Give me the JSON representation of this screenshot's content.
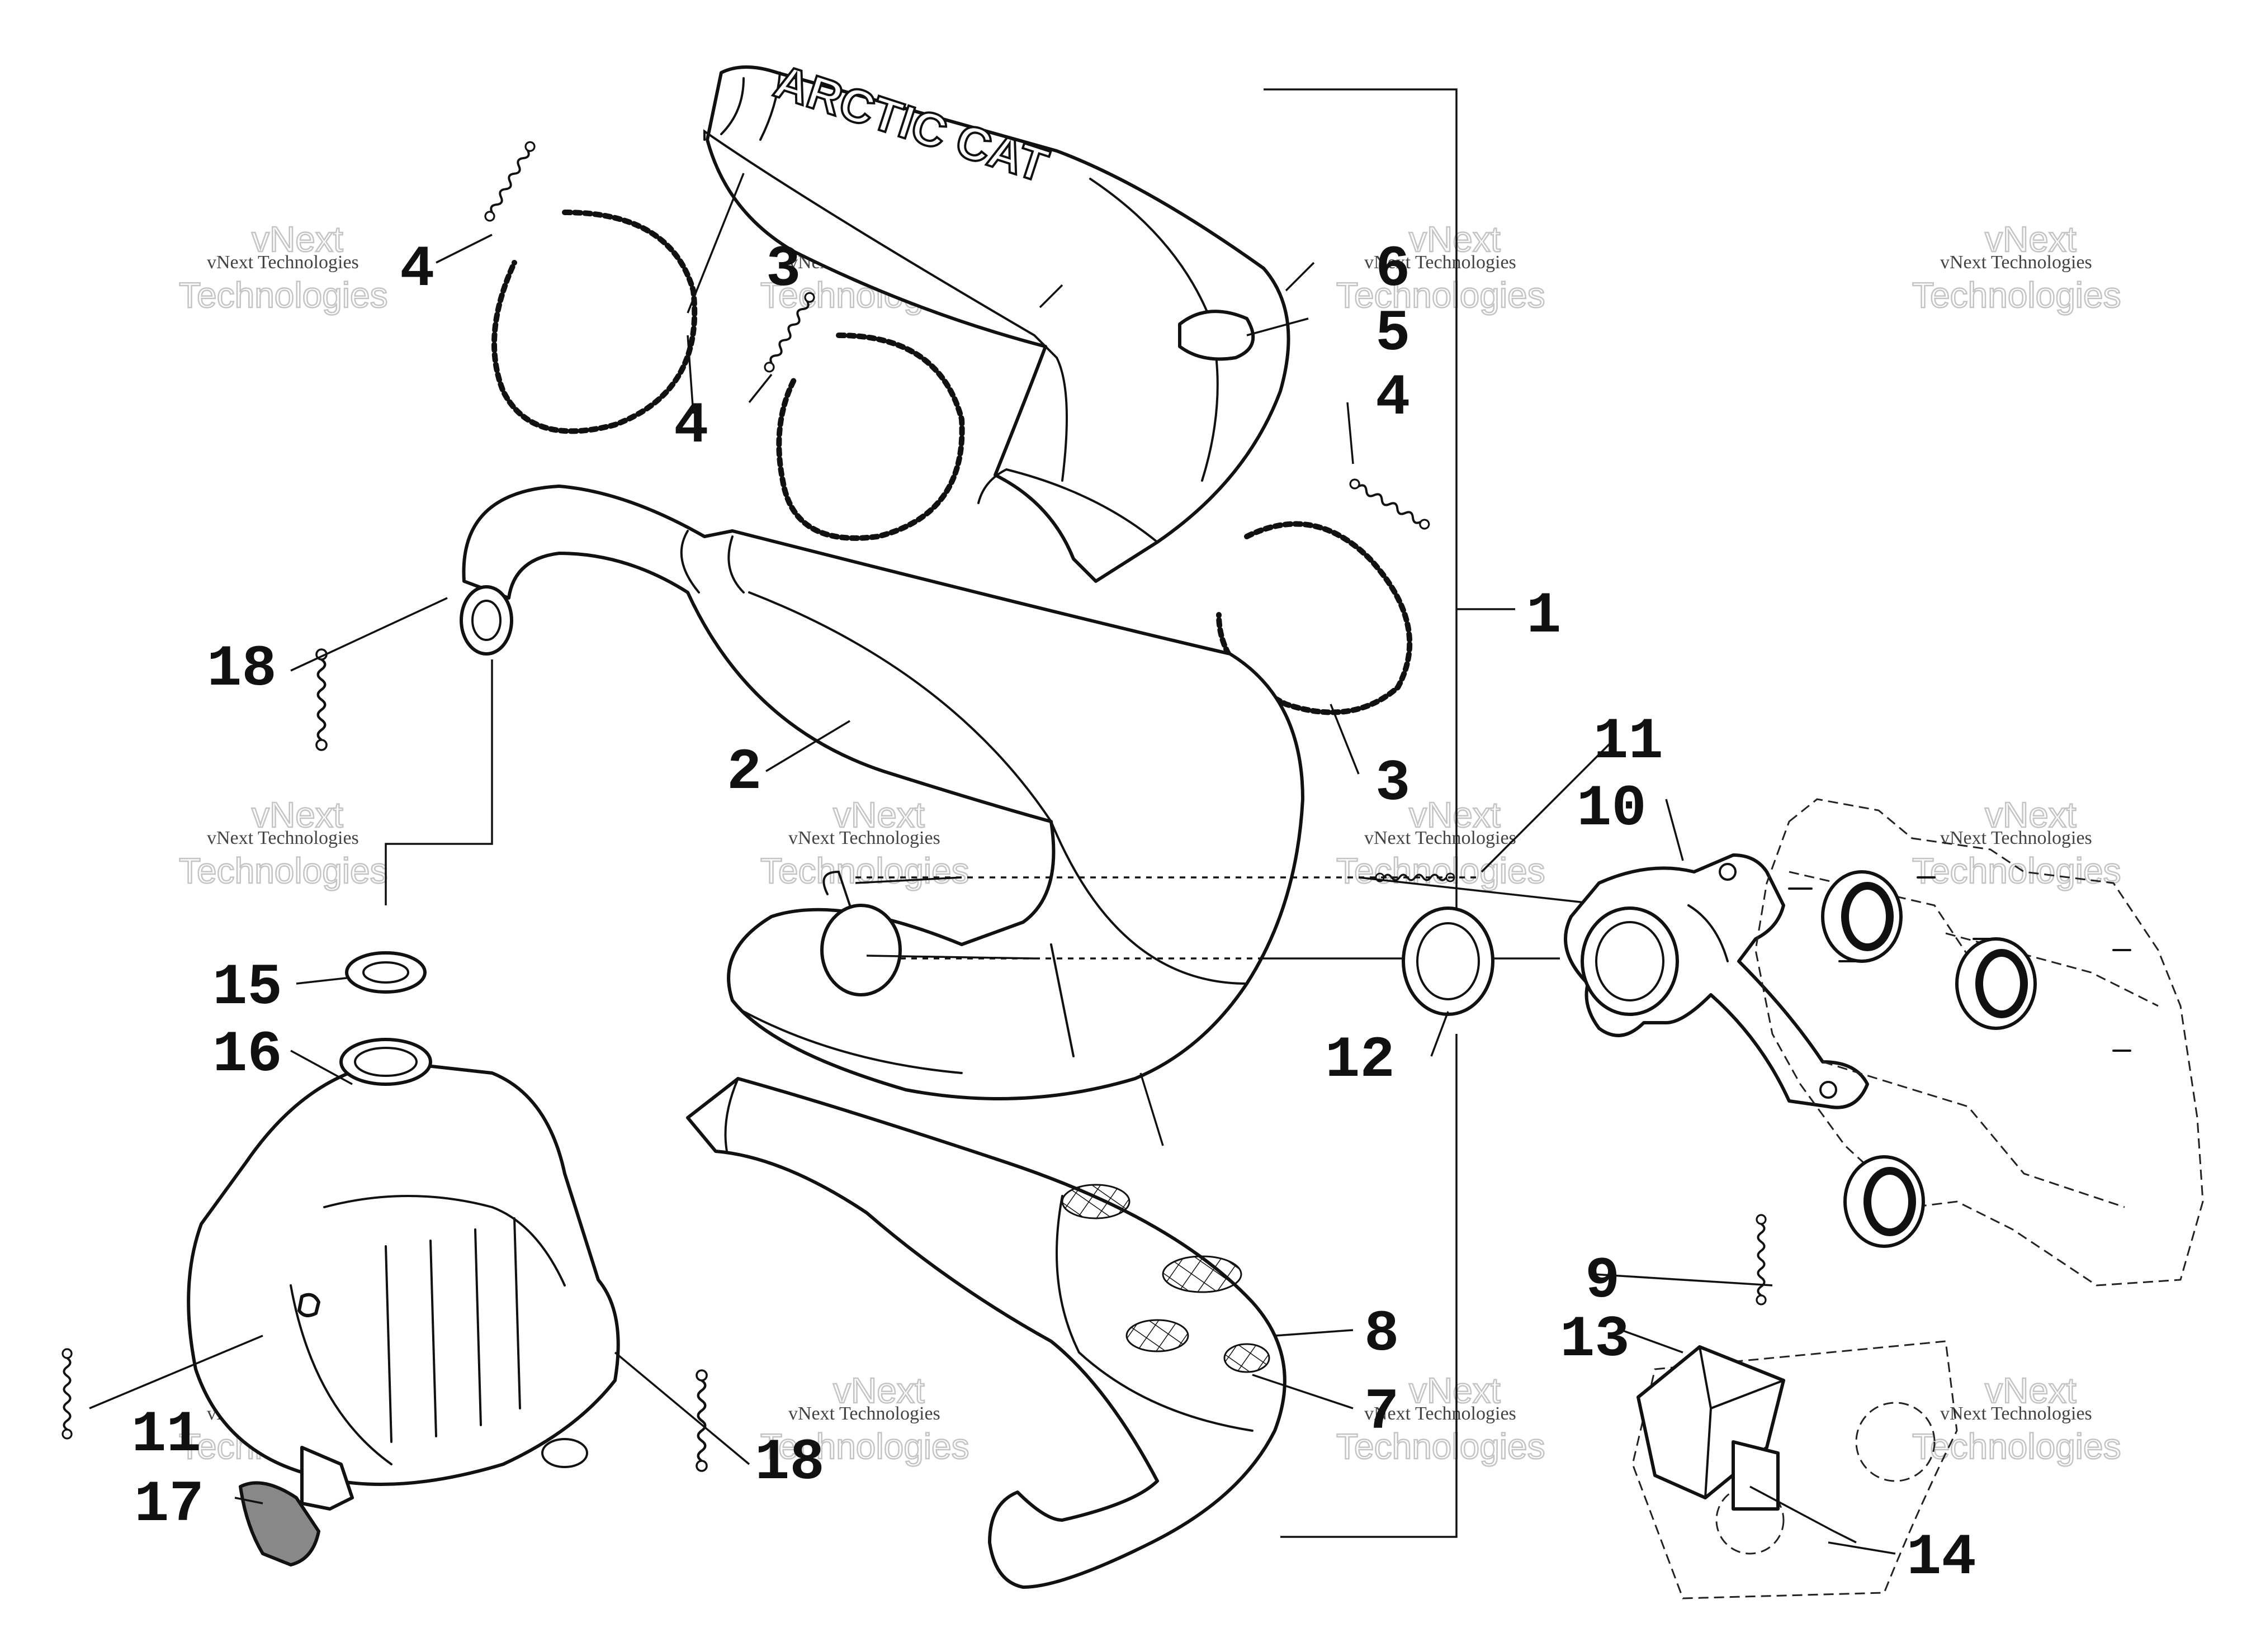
{
  "diagram": {
    "logo": "ARCTIC CAT",
    "watermark": {
      "line1": "vNext Technologies",
      "line2": "vNext",
      "line3": "Technologies"
    },
    "callouts": {
      "c1": "1",
      "c2": "2",
      "c3a": "3",
      "c3b": "3",
      "c4a": "4",
      "c4b": "4",
      "c4c": "4",
      "c5": "5",
      "c6": "6",
      "c7": "7",
      "c8": "8",
      "c9": "9",
      "c10": "10",
      "c11a": "11",
      "c11b": "11",
      "c12": "12",
      "c13": "13",
      "c14": "14",
      "c15": "15",
      "c16": "16",
      "c17": "17",
      "c18a": "18",
      "c18b": "18"
    }
  }
}
